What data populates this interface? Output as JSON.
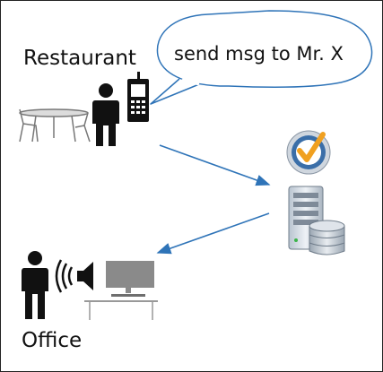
{
  "diagram": {
    "locations": {
      "restaurant_label": "Restaurant",
      "office_label": "Office"
    },
    "speech_bubble": {
      "text": "send msg to Mr. X"
    },
    "nodes": {
      "restaurant_person_icon": "person-icon",
      "phone_icon": "mobile-phone-icon",
      "table_icon": "table-chairs-icon",
      "app_logo_icon": "checkmark-logo-icon",
      "server_icon": "server-database-icon",
      "office_person_icon": "person-icon",
      "speaker_icon": "speaker-sound-icon",
      "desk_icon": "desk-monitor-icon"
    },
    "edges": [
      {
        "from": "restaurant_person",
        "to": "server",
        "style": "arrow"
      },
      {
        "from": "server",
        "to": "office_person",
        "style": "arrow"
      }
    ],
    "colors": {
      "arrow": "#2f74b8",
      "bubble_stroke": "#2f74b8",
      "icon_dark": "#111111",
      "desk_gray": "#8a8a8a",
      "logo_orange": "#f0a020",
      "logo_blue": "#3a6ea8"
    }
  }
}
